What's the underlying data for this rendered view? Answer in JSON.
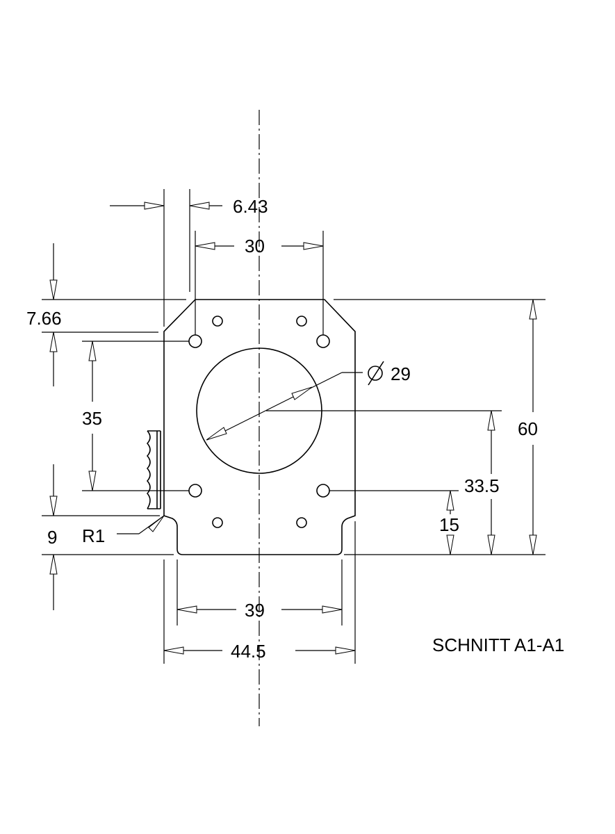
{
  "drawing": {
    "section_label": "SCHNITT A1-A1",
    "dimensions": {
      "chamfer_horizontal": "6.43",
      "hole_spacing_top": "30",
      "chamfer_vertical": "7.66",
      "hole_spacing_vertical": "35",
      "bore_diameter": "29",
      "overall_height": "60",
      "center_height": "33.5",
      "lower_hole_height": "15",
      "notch_depth": "9",
      "corner_radius": "R1",
      "inner_width": "39",
      "overall_width": "44.5"
    },
    "symbols": {
      "diameter": "diameter-symbol"
    }
  }
}
